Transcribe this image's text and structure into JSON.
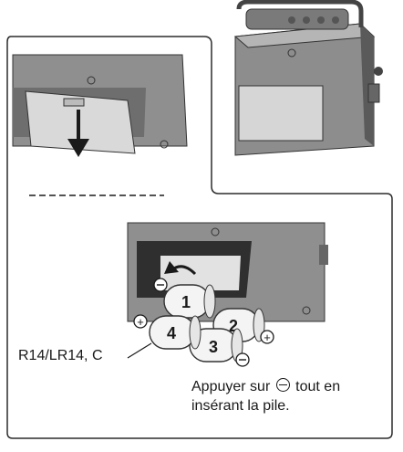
{
  "colors": {
    "frame": "#2b2b2b",
    "device_dark": "#6e6e6e",
    "device_mid": "#9a9a9a",
    "device_light": "#d9d9d9",
    "battery": "#f4f4f4"
  },
  "batteries": [
    {
      "number": "1"
    },
    {
      "number": "2"
    },
    {
      "number": "3"
    },
    {
      "number": "4"
    }
  ],
  "labels": {
    "cell_type": "R14/LR14, C",
    "note_line1_before": "Appuyer sur",
    "note_line1_after": "tout en",
    "note_line2": "insérant la pile."
  },
  "polarity": {
    "plus": "+",
    "minus": "−"
  },
  "icons": [
    "arrow-down-icon",
    "curved-arrow-icon",
    "minus-circle-icon",
    "plus-circle-icon"
  ]
}
